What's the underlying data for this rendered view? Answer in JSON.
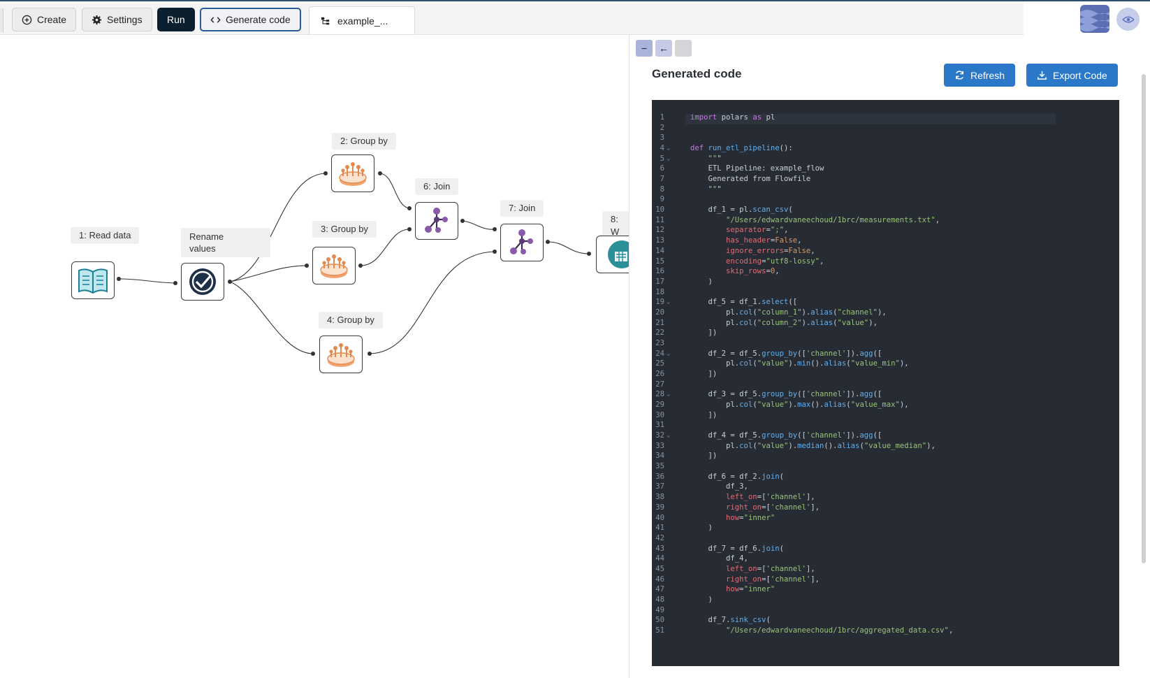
{
  "toolbar": {
    "create_label": "Create",
    "settings_label": "Settings",
    "run_label": "Run",
    "generate_label": "Generate code",
    "tab_label": "example_..."
  },
  "canvas": {
    "nodes": [
      {
        "id": "read",
        "label": "1: Read data",
        "icon": "read-data-book-icon"
      },
      {
        "id": "rename",
        "label": "Rename\nvalues",
        "icon": "checkmark-circle-icon"
      },
      {
        "id": "g2",
        "label": "2: Group by",
        "icon": "group-by-icon"
      },
      {
        "id": "g3",
        "label": "3: Group by",
        "icon": "group-by-icon"
      },
      {
        "id": "g4",
        "label": "4: Group by",
        "icon": "group-by-icon"
      },
      {
        "id": "j6",
        "label": "6: Join",
        "icon": "join-icon"
      },
      {
        "id": "j7",
        "label": "7: Join",
        "icon": "join-icon"
      },
      {
        "id": "w8",
        "label": "8: W",
        "icon": "write-data-icon"
      }
    ]
  },
  "panel": {
    "title": "Generated code",
    "refresh_label": "Refresh",
    "export_label": "Export Code",
    "minimize_glyph": "−",
    "back_glyph": "←"
  },
  "code": {
    "lines": [
      "import polars as pl",
      "",
      "",
      "def run_etl_pipeline():",
      "    \"\"\"",
      "    ETL Pipeline: example_flow",
      "    Generated from Flowfile",
      "    \"\"\"",
      "",
      "    df_1 = pl.scan_csv(",
      "        \"/Users/edwardvaneechoud/1brc/measurements.txt\",",
      "        separator=\";\",",
      "        has_header=False,",
      "        ignore_errors=False,",
      "        encoding=\"utf8-lossy\",",
      "        skip_rows=0,",
      "    )",
      "",
      "    df_5 = df_1.select([",
      "        pl.col(\"column_1\").alias(\"channel\"),",
      "        pl.col(\"column_2\").alias(\"value\"),",
      "    ])",
      "",
      "    df_2 = df_5.group_by(['channel']).agg([",
      "        pl.col(\"value\").min().alias(\"value_min\"),",
      "    ])",
      "",
      "    df_3 = df_5.group_by(['channel']).agg([",
      "        pl.col(\"value\").max().alias(\"value_max\"),",
      "    ])",
      "",
      "    df_4 = df_5.group_by(['channel']).agg([",
      "        pl.col(\"value\").median().alias(\"value_median\"),",
      "    ])",
      "",
      "    df_6 = df_2.join(",
      "        df_3,",
      "        left_on=['channel'],",
      "        right_on=['channel'],",
      "        how=\"inner\"",
      "    )",
      "",
      "    df_7 = df_6.join(",
      "        df_4,",
      "        left_on=['channel'],",
      "        right_on=['channel'],",
      "        how=\"inner\"",
      "    )",
      "",
      "    df_7.sink_csv(",
      "        \"/Users/edwardvaneechoud/1brc/aggregated_data.csv\","
    ],
    "fold_lines": [
      4,
      5,
      19,
      24,
      28,
      32
    ]
  },
  "colors": {
    "accent": "#2b78c8",
    "run_bg": "#0b1f2f",
    "code_bg": "#272c34"
  }
}
